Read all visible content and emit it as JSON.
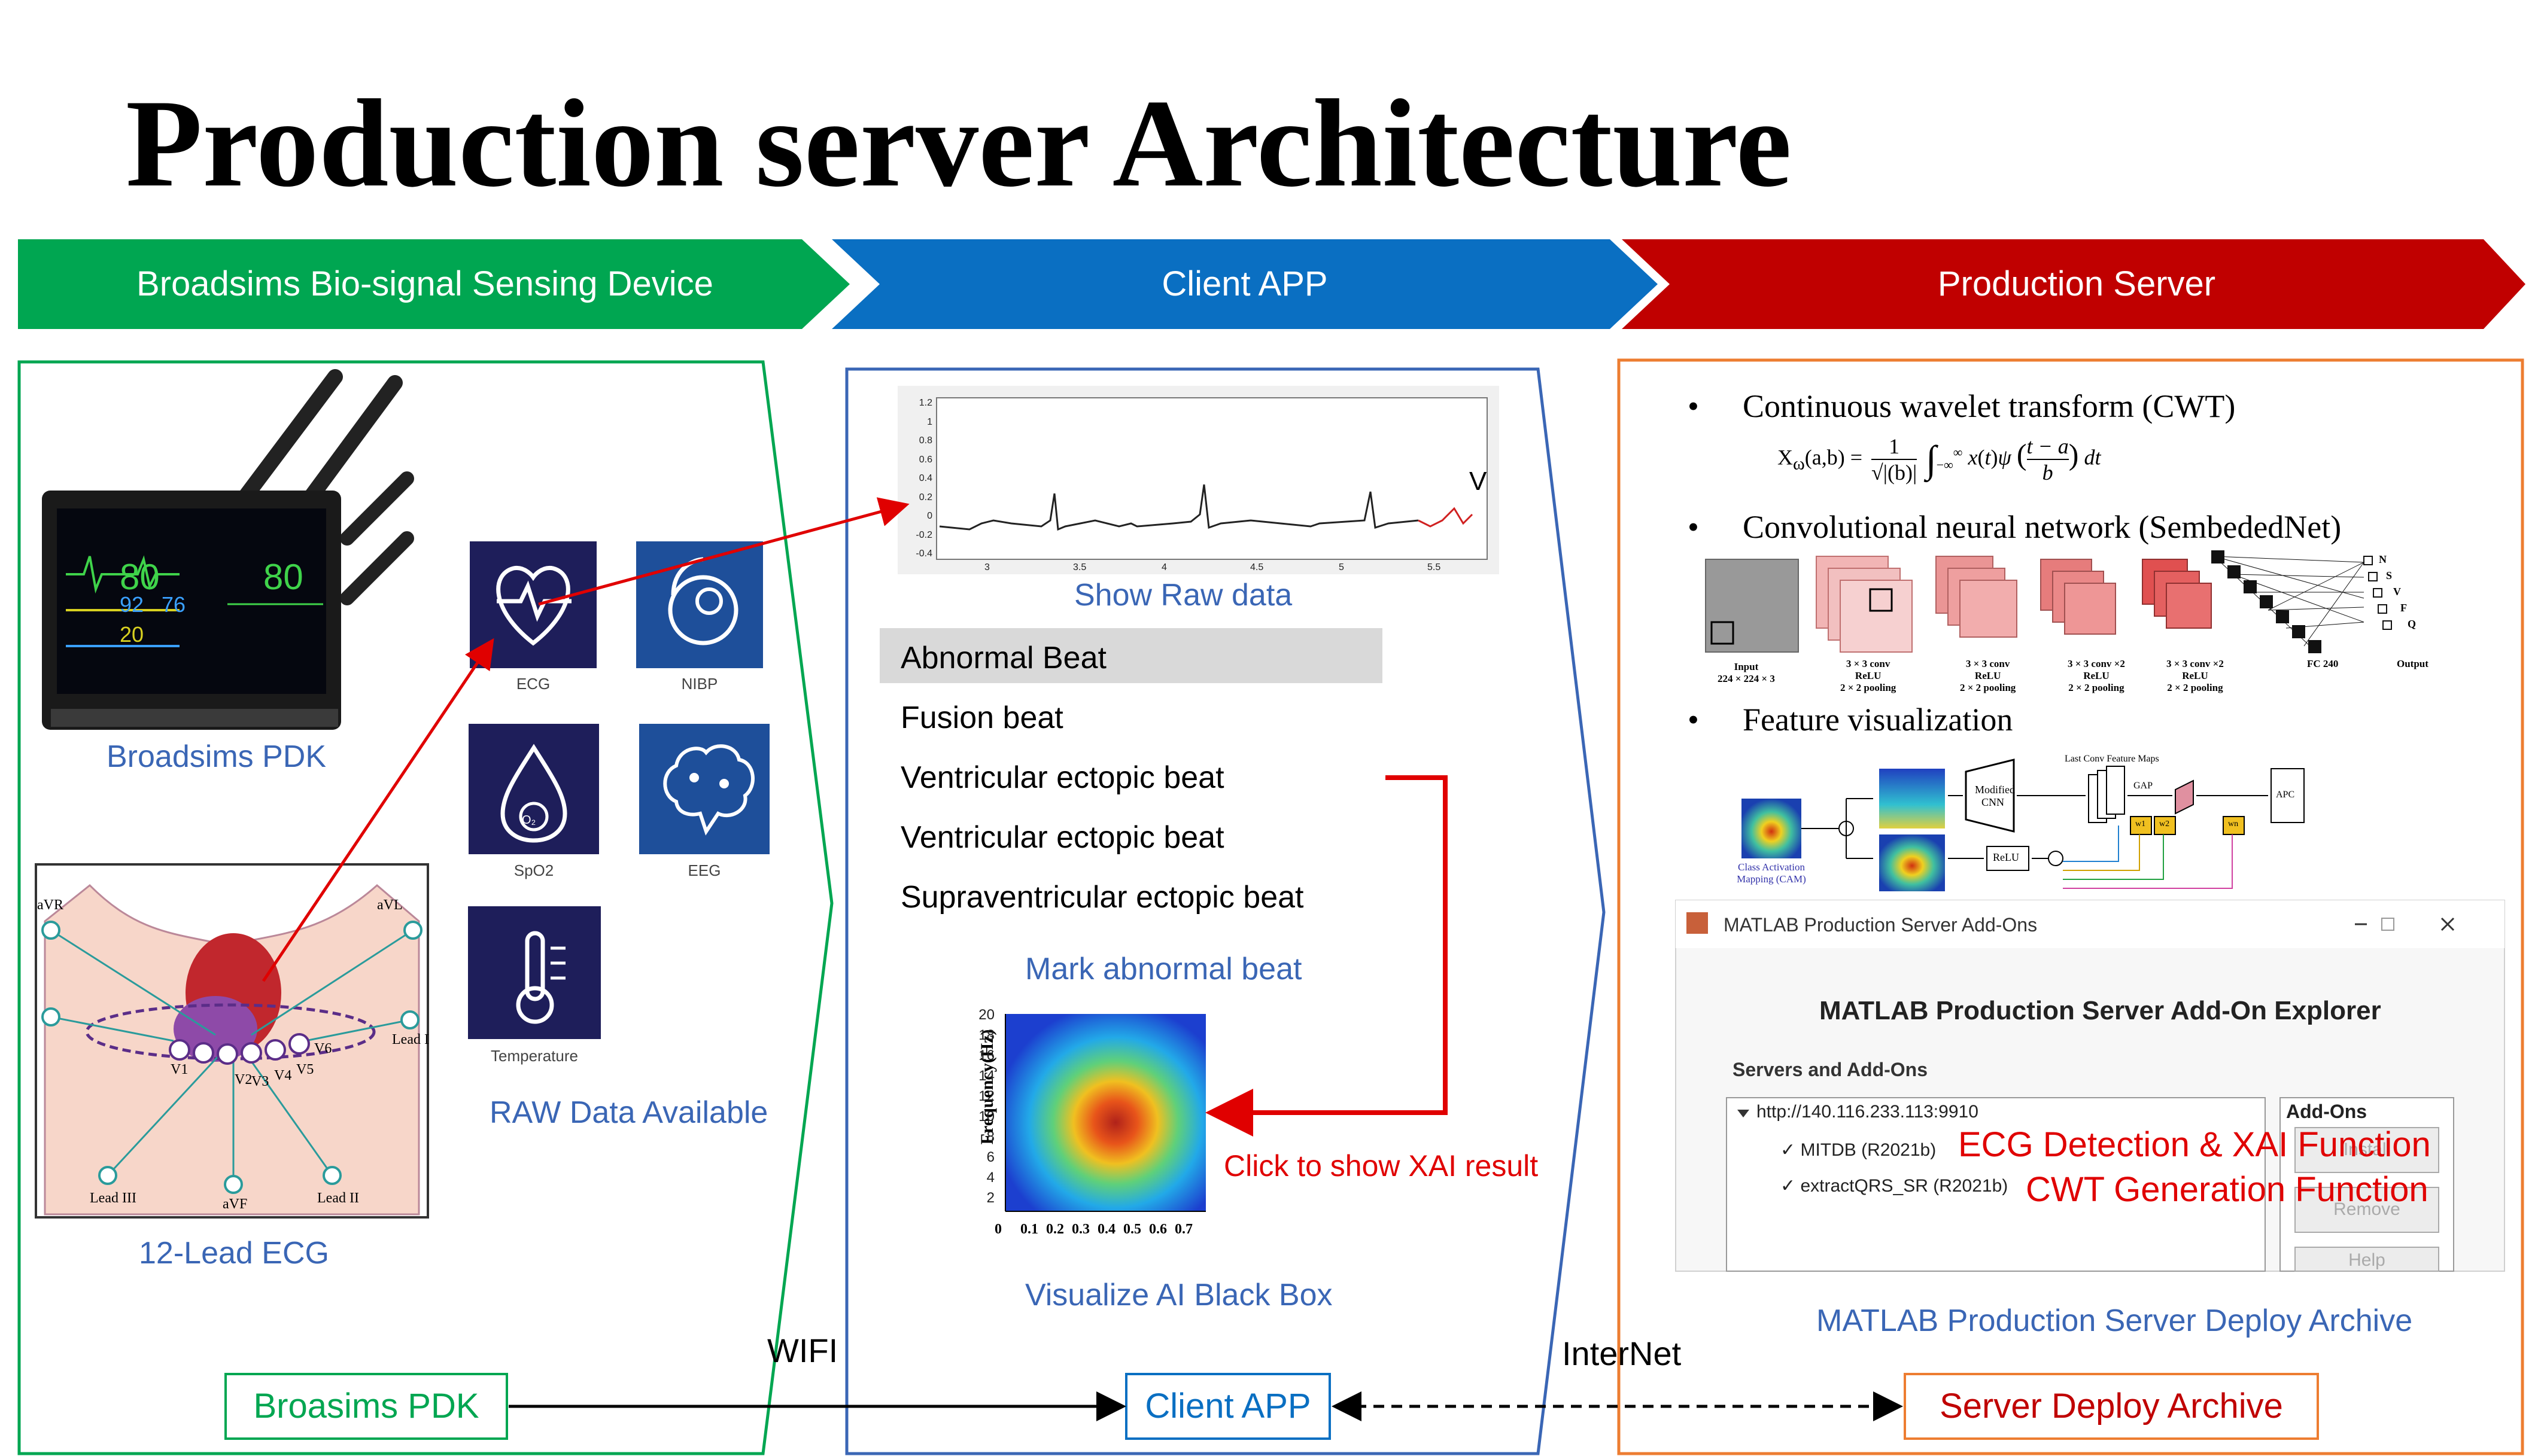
{
  "title": "Production server Architecture",
  "banners": {
    "device": "Broadsims Bio-signal Sensing Device",
    "client": "Client APP",
    "server": "Production Server"
  },
  "device_panel": {
    "pdk_caption": "Broadsims PDK",
    "monitor_values": [
      "80",
      "80",
      "92",
      "76",
      "20"
    ],
    "ecg_caption": "12-Lead  ECG",
    "lead_labels": [
      "aVR",
      "aVL",
      "Lead I",
      "Lead III",
      "aVF",
      "Lead II",
      "V1",
      "V2",
      "V3",
      "V4",
      "V5",
      "V6"
    ],
    "icons": [
      {
        "label": "ECG",
        "icon": "heart-pulse-icon"
      },
      {
        "label": "NIBP",
        "icon": "blood-pressure-gauge-icon"
      },
      {
        "label": "SpO2",
        "icon": "oxygen-drop-icon"
      },
      {
        "label": "EEG",
        "icon": "brain-icon"
      },
      {
        "label": "Temperature",
        "icon": "thermometer-icon"
      }
    ],
    "raw_caption": "RAW Data Available"
  },
  "client_panel": {
    "raw_plot_caption": "Show Raw data",
    "raw_plot": {
      "y_ticks": [
        "1.2",
        "1",
        "0.8",
        "0.6",
        "0.4",
        "0.2",
        "0",
        "-0.2",
        "-0.4"
      ],
      "x_ticks": [
        "3",
        "3.5",
        "4",
        "4.5",
        "5",
        "5.5"
      ],
      "marker": "V"
    },
    "beats": [
      "Abnormal Beat",
      "Fusion beat",
      "Ventricular ectopic beat",
      "Ventricular ectopic beat",
      "Supraventricular ectopic beat"
    ],
    "mark_caption": "Mark abnormal beat",
    "heatmap": {
      "ylabel": "Frequency(Hz)",
      "y_ticks": [
        "20",
        "18",
        "16",
        "14",
        "12",
        "10",
        "8",
        "6",
        "4",
        "2"
      ],
      "x_ticks": [
        "0",
        "0.1",
        "0.2",
        "0.3",
        "0.4",
        "0.5",
        "0.6",
        "0.7"
      ]
    },
    "xai_hint": "Click to show XAI result",
    "visualize_caption": "Visualize AI Black Box"
  },
  "server_panel": {
    "bullets": [
      "Continuous wavelet transform  (CWT)",
      "Convolutional neural network (SembededNet)",
      "Feature visualization"
    ],
    "formula_lhs": "X",
    "formula_sub": "ω",
    "formula_args": "(a,b) =",
    "cnn_labels": [
      {
        "l1": "Input",
        "l2": "224 × 224 × 3",
        "l3": ""
      },
      {
        "l1": "3 × 3 conv",
        "l2": "ReLU",
        "l3": "2 × 2 pooling"
      },
      {
        "l1": "3 × 3 conv",
        "l2": "ReLU",
        "l3": "2 × 2 pooling"
      },
      {
        "l1": "3 × 3 conv ×2",
        "l2": "ReLU",
        "l3": "2 × 2 pooling"
      },
      {
        "l1": "3 × 3 conv ×2",
        "l2": "ReLU",
        "l3": "2 × 2 pooling"
      },
      {
        "l1": "FC 240",
        "l2": "",
        "l3": ""
      },
      {
        "l1": "Output",
        "l2": "",
        "l3": ""
      }
    ],
    "output_letters": [
      "N",
      "S",
      "V",
      "F",
      "Q"
    ],
    "cam": {
      "last_conv": "Last Conv Feature Maps",
      "modified_cnn_1": "Modified",
      "modified_cnn_2": "CNN",
      "gap": "GAP",
      "apc": "APC",
      "relu": "ReLU",
      "cam_label_1": "Class Activation",
      "cam_label_2": "Mapping (CAM)",
      "weights": [
        "w1",
        "w2",
        "wn"
      ]
    },
    "matlab_window": {
      "window_title": "MATLAB Production Server Add-Ons",
      "explorer_title": "MATLAB Production Server Add-On Explorer",
      "servers_label": "Servers and Add-Ons",
      "server_url": "http://140.116.233.113:9910",
      "addons_header": "Add-Ons",
      "items": [
        "MITDB (R2021b)",
        "extractQRS_SR (R2021b)"
      ],
      "buttons": [
        "Install",
        "Remove",
        "Help"
      ],
      "overlay_1": "ECG Detection & XAI Function",
      "overlay_2": "CWT Generation Function"
    },
    "deploy_caption": "MATLAB Production Server Deploy Archive"
  },
  "bottom": {
    "pdk_box": "Broasims PDK",
    "client_box": "Client APP",
    "server_box": "Server Deploy Archive",
    "wifi": "WIFI",
    "internet": "InterNet"
  },
  "colors": {
    "green": "#00a651",
    "blue": "#0a6fc2",
    "red": "#c00000",
    "caption_blue": "#3a66b5",
    "orange": "#ed7d31",
    "navy_icon": "#1e1e5a"
  }
}
